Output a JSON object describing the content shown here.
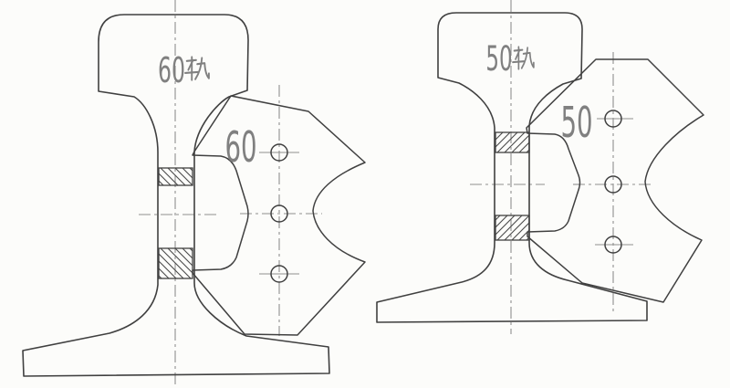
{
  "left_assembly": {
    "rail_label": "60轨",
    "rail_label_digits": "60",
    "rail_label_suffix": "轨",
    "plate_label": "60",
    "bolt_hole_count": 3
  },
  "right_assembly": {
    "rail_label": "50轨",
    "rail_label_digits": "50",
    "rail_label_suffix": "轨",
    "plate_label": "50",
    "bolt_hole_count": 3
  },
  "colors": {
    "paper": "#fcfcfa",
    "line": "#404040",
    "centerline": "#8f8f8f",
    "annotation_text": "#808080"
  }
}
